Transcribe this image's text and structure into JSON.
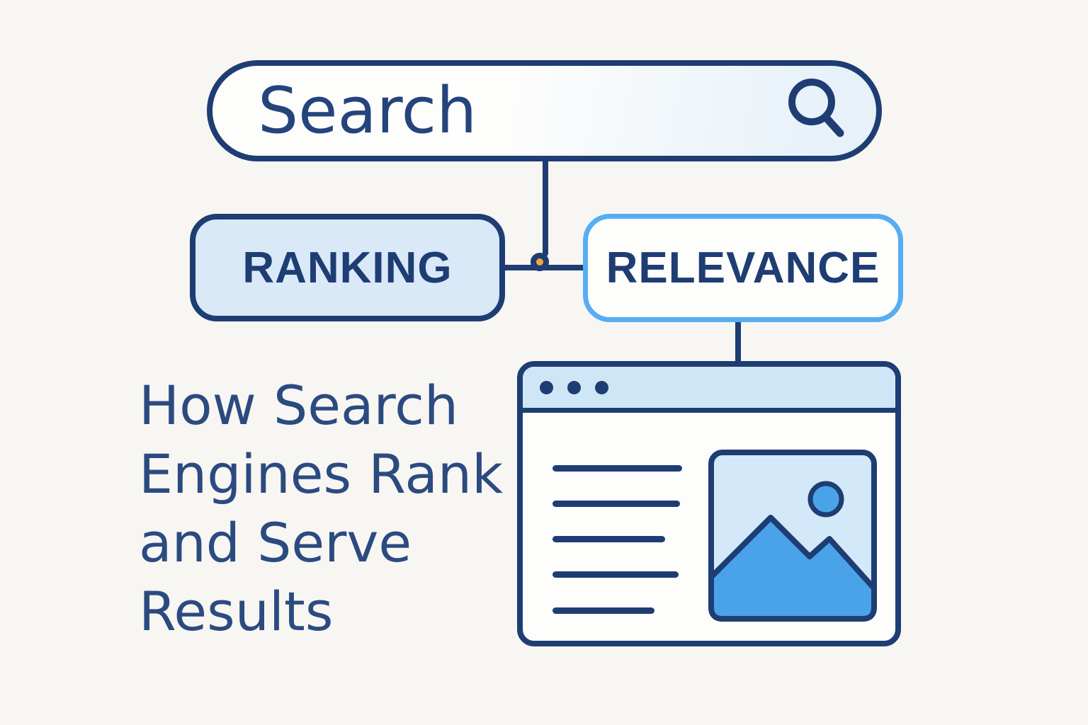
{
  "illustration": {
    "caption": {
      "lines": [
        "How Search",
        "Engines Rank",
        "and Serve",
        "Results"
      ]
    },
    "search": {
      "value": "Search",
      "icon": "magnifier-icon"
    },
    "nodes": {
      "ranking": {
        "label": "RANKING"
      },
      "relevance": {
        "label": "RELEVANCE"
      }
    },
    "browser": {
      "window_dots_count": 3,
      "text_lines_count": 5,
      "image_icons": [
        "sun-icon",
        "mountain-icon"
      ]
    }
  },
  "colors": {
    "navy": "#1e3d73",
    "text_navy": "#24447c",
    "title_blue": "#2b4b80",
    "node_fill": "#d9e9f8",
    "bar_fill": "#cfe6f7",
    "img_fill": "#d3e8f8",
    "mid_blue": "#4aa3e9",
    "sky": "#55aef3",
    "orange": "#f3a83c",
    "bg": "#f8f6f3",
    "white": "#fdfdfc"
  }
}
